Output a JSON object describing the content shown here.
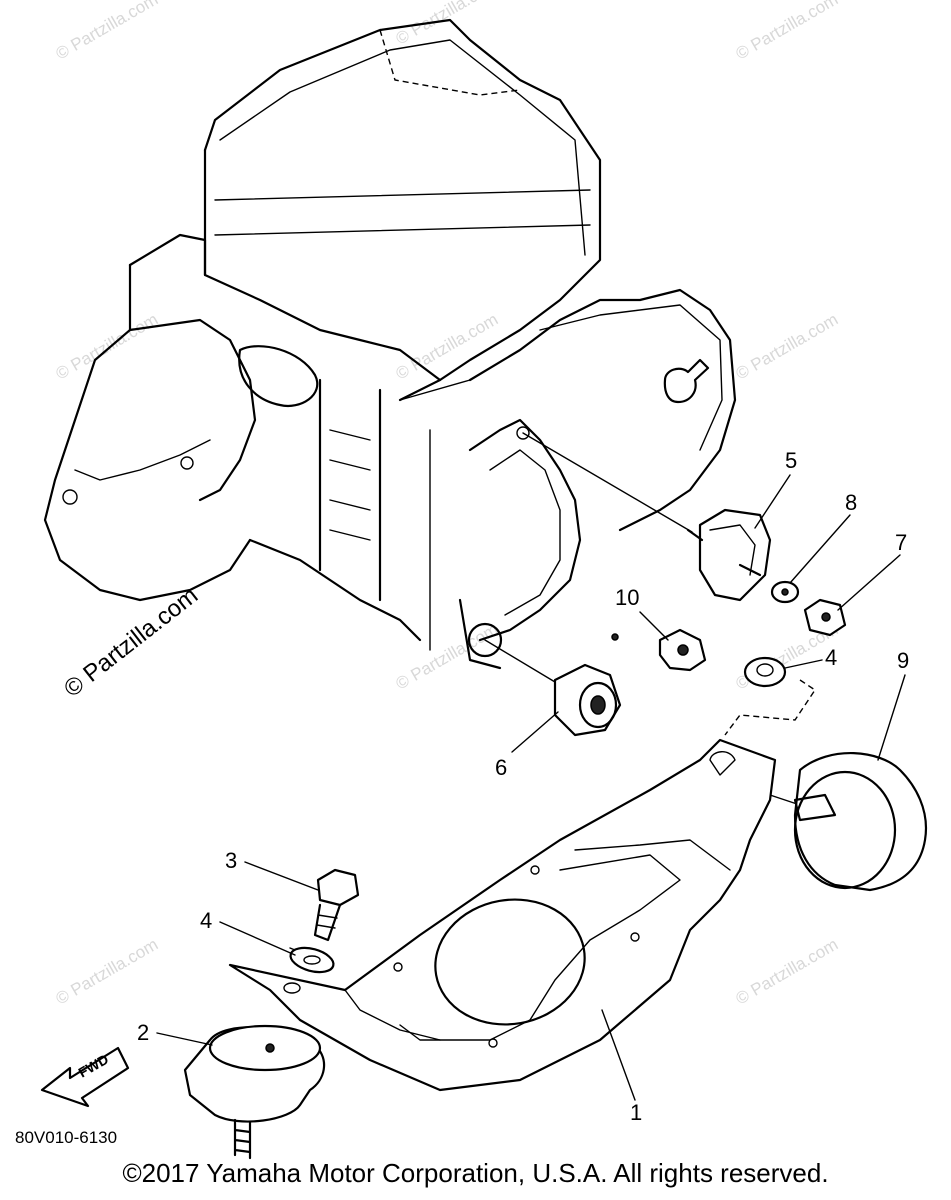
{
  "diagram": {
    "part_labels": [
      "1",
      "2",
      "3",
      "4",
      "4",
      "5",
      "6",
      "7",
      "8",
      "9",
      "10"
    ],
    "diagram_code": "80V010-6130",
    "fwd_label": "FWD",
    "watermark_text": "© Partzilla.com",
    "watermark_main": "© Partzilla.com"
  },
  "footer": {
    "copyright": "©2017  Yamaha Motor Corporation, U.S.A. All rights reserved."
  }
}
